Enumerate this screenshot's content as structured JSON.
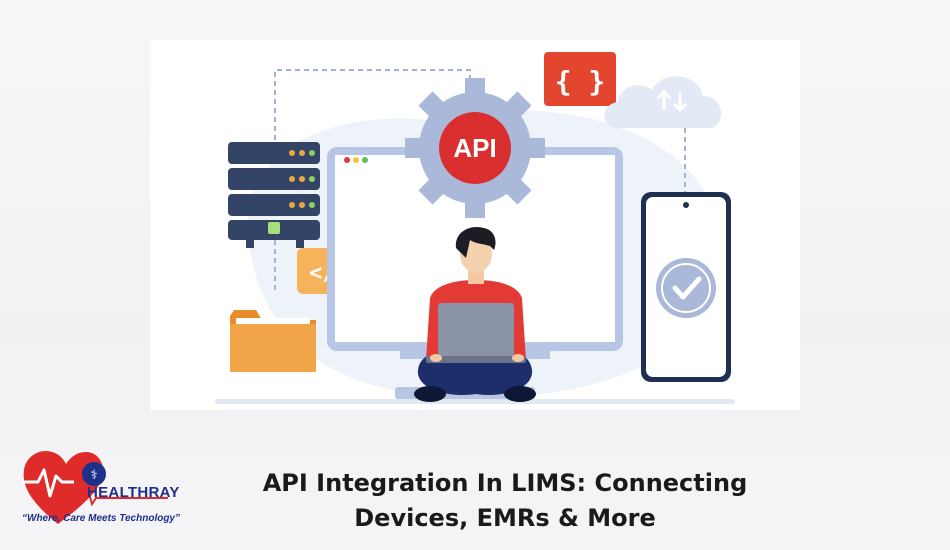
{
  "illustration": {
    "gear_label": "API",
    "json_badge": "{ }",
    "code_badge": "</>"
  },
  "brand": {
    "name": "HEALTHRAY",
    "tagline": "“Where, Care Meets Technology”"
  },
  "article": {
    "title_line1": "API Integration In LIMS: Connecting",
    "title_line2": "Devices, EMRs & More"
  },
  "colors": {
    "brand_red": "#e02b2b",
    "brand_blue": "#1e2f8c",
    "gear_blue": "#aab9d9",
    "badge_orange": "#f2a449",
    "folder_orange": "#ec9431",
    "server_navy": "#334466",
    "title_text": "#1a1a1a"
  }
}
